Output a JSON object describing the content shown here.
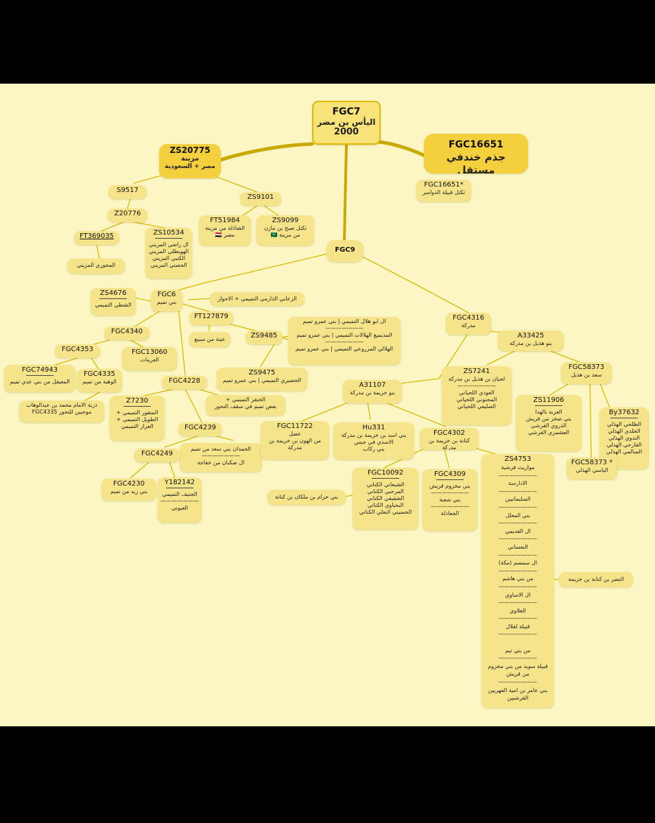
{
  "nodes": {
    "fgc7": {
      "code": "FGC7",
      "line1": "اليأس بن مضر",
      "line2": "2000"
    },
    "fgc16651": {
      "code": "FGC16651",
      "text": "جذم خندفي مستقل"
    },
    "fgc16651b": {
      "code": "FGC16651*",
      "text": "تكتل قبيلة الدواسر"
    },
    "zs20775": {
      "code": "ZS20775",
      "line1": "مزينة",
      "line2": "مصر + السعودية"
    },
    "s9517": {
      "code": "S9517"
    },
    "zs9101": {
      "code": "ZS9101"
    },
    "z20776": {
      "code": "Z20776"
    },
    "ft369035": {
      "code": "FT369035"
    },
    "mahwari": {
      "text": "المحوري المزيني"
    },
    "zs10534": {
      "code": "ZS10534",
      "text": "ال راضي المزيني\nالهويطلي المزيني\nالكتبي المزيني\nالحصني المزيني"
    },
    "ft51984": {
      "code": "FT51984",
      "text": "الشاذلة من مزينة\nمصر 🇪🇬"
    },
    "zs9099": {
      "code": "ZS9099",
      "text": "تكتل صبح بن مازن\nمن مزينة 🇸🇦"
    },
    "fgc9": {
      "code": "FGC9"
    },
    "zs4676": {
      "code": "ZS4676",
      "text": "الشطي التميمي"
    },
    "fgc6": {
      "code": "FGC6",
      "text": "بني تميم"
    },
    "zaabi": {
      "text": "الزعابي الدارمي التميمي + الاحواز"
    },
    "ft127879": {
      "code": "FT127879"
    },
    "ainah": {
      "text": "عينة من سبيع"
    },
    "zs9485": {
      "code": "ZS9485"
    },
    "abuhilal": {
      "text": "ال ابو هلال التميمي | بني عمرو تميم\n———————\nالمديميغ الهلالات التميمي | بني عمرو تميم\n———————\nالهلالي المزروعي التميمي | بني عمرو تميم"
    },
    "zs9475": {
      "code": "ZS9475",
      "text": "الخضيري التميمي | بني عمرو تميم"
    },
    "fgc4340": {
      "code": "FGC4340"
    },
    "fgc4353": {
      "code": "FGC4353"
    },
    "fgc13060": {
      "code": "FGC13060",
      "text": "العرينات"
    },
    "fgc74943": {
      "code": "FGC74943",
      "text": "المعيقل من بني عدي تميم"
    },
    "fgc4335": {
      "code": "FGC4335",
      "text": "الوهبة من تميم"
    },
    "dhurriya": {
      "text": "ذرية الامام محمد بن عبدالوهاب\nموجبين للتحور FGC4335"
    },
    "fgc4228": {
      "code": "FGC4228"
    },
    "z7230": {
      "code": "Z7230",
      "text": "المتقور التميمي +\nالطويل التميمي +\nالعزاز التميمي"
    },
    "khanfar": {
      "text": "الخنفر التميمي +\nبعض تميم في سقف التحور"
    },
    "fgc4239": {
      "code": "FGC4239"
    },
    "hamdan": {
      "text": "الحمدان بني سعد من تميم\n———————\nال صكبان من خفاجة"
    },
    "fgc4249": {
      "code": "FGC4249"
    },
    "fgc4230": {
      "code": "FGC4230",
      "text": "بني زيد من تميم"
    },
    "y182142": {
      "code": "Y182142",
      "text": "الحنيف التميمي\n———————\nالعيوني"
    },
    "fgc4316": {
      "code": "FGC4316",
      "text": "مدركة"
    },
    "a33425": {
      "code": "A33425",
      "text": "بنو هذيل بن مدركة"
    },
    "zs7241": {
      "code": "ZS7241",
      "text": "لحيان بن هذيل بن مدركة\n———————\nالعودي اللحياني\nالمجنوني اللحياني\nالصليعي اللحياني"
    },
    "fgc58373": {
      "code": "FGC58373",
      "text": "سعد بن هذيل"
    },
    "zs11906": {
      "code": "ZS11906",
      "text": "العربة بالهدا\nبني صخر من قريش\nالذروي القرشي\nالعشمري القرشي"
    },
    "by37632": {
      "code": "By37632",
      "text": "الطلحي الهذلي\nالخلدي الهذلي\nالندوي الهذلي\nالفارحي الهذلي\nالسالمي الهذلي"
    },
    "fgc58373b": {
      "code": "FGC58373 *",
      "text": "الياسي الهذلي"
    },
    "a31107": {
      "code": "A31107",
      "text": "بنو خزيمة بن مدركة"
    },
    "fgc11722": {
      "code": "FGC11722",
      "text": "عضل\nمن الهون بن خزيمة بن\nمدركة"
    },
    "hu331": {
      "code": "Hu331",
      "text": "بني اسد بن خزيمة بن مدركة\nالاسدي في جبس\nبني ركاب"
    },
    "fgc4302": {
      "code": "FGC4302",
      "text": "كنانة بن خزيمة بن مدركة"
    },
    "fgc10092": {
      "code": "FGC10092",
      "text": "الشبعاني الكناني\nالمرحبي الكناني\nالشقيفي الكناني\nالبحباوي الكناني\nالحسيني البعلي الكناني"
    },
    "banihiram": {
      "text": "بني حرام بن ملكان بن كنانة"
    },
    "fgc4309": {
      "code": "FGC4309",
      "text": "بني مخزوم قريش\n———————\nبني شعبة\n———————\nالجعادلة"
    },
    "zs4753": {
      "code": "ZS4753",
      "text": "مواريث قرشية\n———————\nالادارسة\n———————\nالسليمانيين\n———————\nبني المعلل\n———————\nال القديمي\n———————\nالنعساني\n———————\nال سمسم (مكة)\n———————\nمن بني هاشم\n———————\nال الاساوي\n———————\nالغلاوي\n———————\nقبيلة لقلال\n———————\n\nمن بني تيم\n———————\nقبيلة سويد من بني مخزوم\nمن قريش\n———————\nبني عامر بن امية الفهريين\nالقرشيين"
    },
    "nadr": {
      "text": "النضر بن كنانة بن خزيمة"
    }
  }
}
